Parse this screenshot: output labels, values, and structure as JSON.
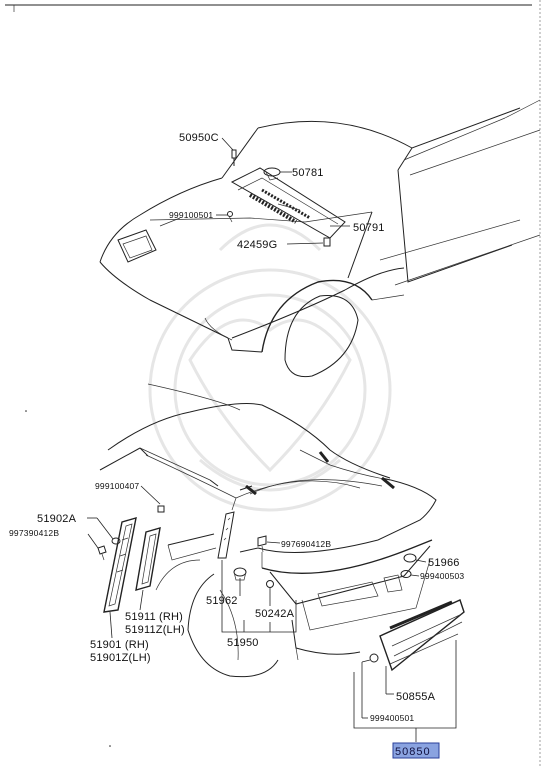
{
  "labels": {
    "p50950C": "50950C",
    "p50781": "50781",
    "p999100501": "999100501",
    "p50791": "50791",
    "p42459G": "42459G",
    "p999100407": "999100407",
    "p51902A": "51902A",
    "p997390412B": "997390412B",
    "p997690412B": "997690412B",
    "p51966": "51966",
    "p999400503": "999400503",
    "p51962": "51962",
    "p50242A": "50242A",
    "p51950": "51950",
    "p51911": "51911  (RH)",
    "p51911Z": "51911Z(LH)",
    "p51901": "51901  (RH)",
    "p51901Z": "51901Z(LH)",
    "p50855A": "50855A",
    "p999400501": "999400501",
    "p50850": "50850"
  },
  "colors": {
    "highlight": "#8aa3e0",
    "ink": "#222222",
    "watermark": "#e6e6e6"
  }
}
